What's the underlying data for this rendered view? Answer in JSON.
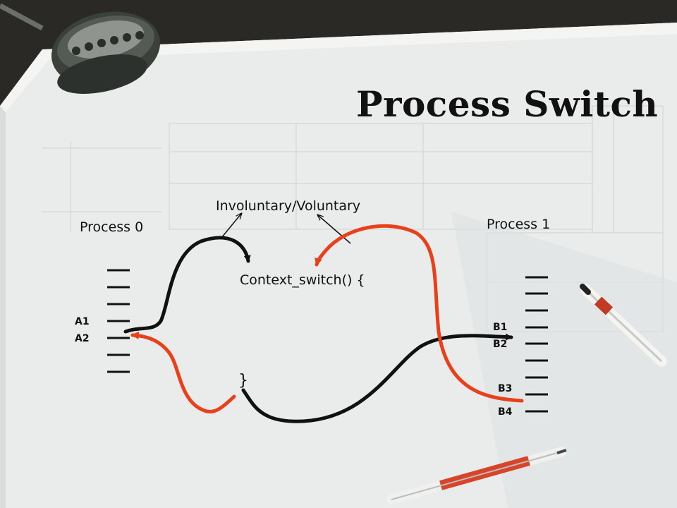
{
  "slide": {
    "title": "Process Switch"
  },
  "labels": {
    "process0": "Process 0",
    "process1": "Process 1",
    "switch_type": "Involuntary/Voluntary",
    "context_switch_open": "Context_switch() {",
    "context_switch_close": "}"
  },
  "process0_markers": [
    "A1",
    "A2"
  ],
  "process1_markers": [
    "B1",
    "B2",
    "B3",
    "B4"
  ],
  "colors": {
    "paper": "#eceeec",
    "ink": "#111111",
    "switch_out_arrow": "#111111",
    "return_arrow": "#e8401a",
    "lamp": "#3a3f3a"
  },
  "icons": [
    "desk-lamp-icon",
    "marker-pen-icon",
    "mechanical-pencil-icon"
  ]
}
